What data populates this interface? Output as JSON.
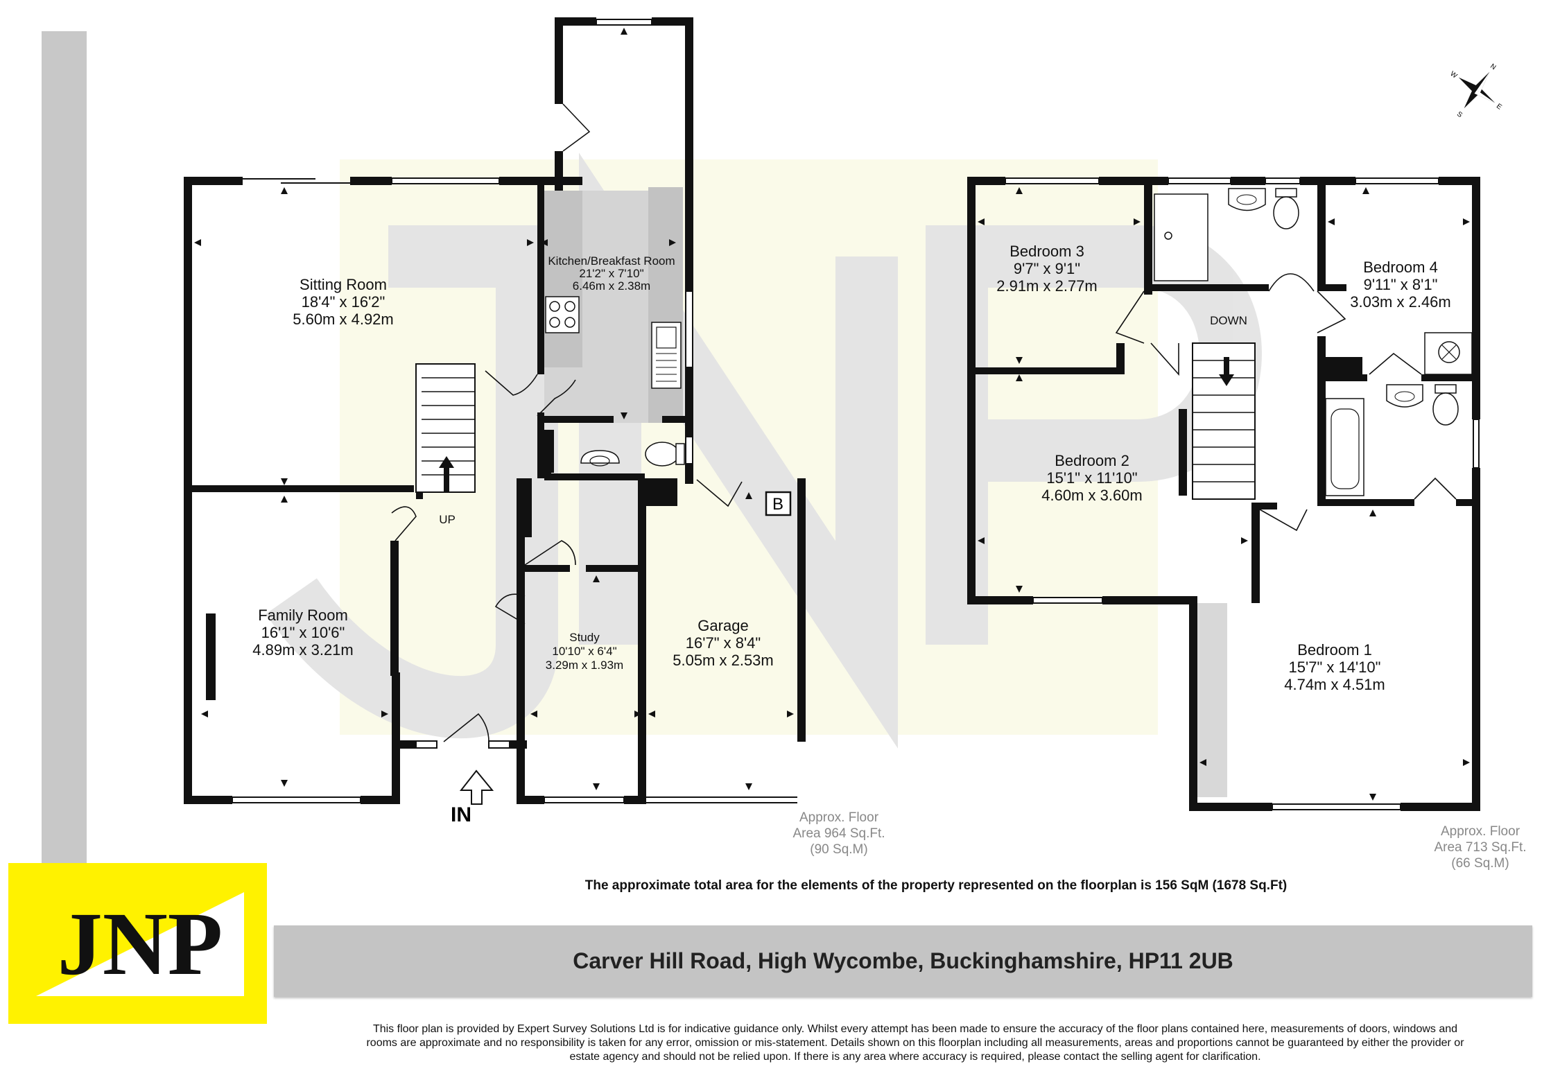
{
  "rooms": {
    "sitting_room": {
      "name": "Sitting Room",
      "imperial": "18'4\"  x 16'2\"",
      "metric": "5.60m  x 4.92m"
    },
    "kitchen": {
      "name": "Kitchen/Breakfast Room",
      "imperial": "21'2\"  x 7'10\"",
      "metric": "6.46m  x 2.38m"
    },
    "family_room": {
      "name": "Family Room",
      "imperial": "16'1\"  x 10'6\"",
      "metric": "4.89m  x 3.21m"
    },
    "study": {
      "name": "Study",
      "imperial": "10'10\"  x 6'4\"",
      "metric": "3.29m  x 1.93m"
    },
    "garage": {
      "name": "Garage",
      "imperial": "16'7\"  x 8'4\"",
      "metric": "5.05m  x 2.53m"
    },
    "bedroom_3": {
      "name": "Bedroom 3",
      "imperial": "9'7\"  x 9'1\"",
      "metric": "2.91m  x 2.77m"
    },
    "bedroom_4": {
      "name": "Bedroom 4",
      "imperial": "9'11\"  x 8'1\"",
      "metric": "3.03m  x 2.46m"
    },
    "bedroom_2": {
      "name": "Bedroom 2",
      "imperial": "15'1\"  x 11'10\"",
      "metric": "4.60m  x 3.60m"
    },
    "bedroom_1": {
      "name": "Bedroom 1",
      "imperial": "15'7\"  x 14'10\"",
      "metric": "4.74m  x 4.51m"
    }
  },
  "labels": {
    "up": "UP",
    "down": "DOWN",
    "entrance": "IN",
    "boiler": "B"
  },
  "ground_floor_area": {
    "line1": "Approx. Floor",
    "line2": "Area 964 Sq.Ft.",
    "line3": "(90 Sq.M)"
  },
  "first_floor_area": {
    "line1": "Approx. Floor",
    "line2": "Area 713 Sq.Ft.",
    "line3": "(66 Sq.M)"
  },
  "compass": {
    "n": "N",
    "e": "E",
    "s": "S",
    "w": "W"
  },
  "total_area_note": "The approximate total area for the elements of the property represented on the floorplan is 156 SqM (1678 Sq.Ft)",
  "address": "Carver Hill Road, High Wycombe, Buckinghamshire, HP11 2UB",
  "disclaimer": "This floor plan is provided by Expert Survey Solutions Ltd is for indicative guidance only. Whilst every attempt has been made to ensure the accuracy of the floor plans contained here, measurements of doors, windows and rooms are approximate and no responsibility is taken for any error, omission or mis-statement. Details shown on this floorplan including all measurements, areas and proportions cannot be guaranteed by either the provider or estate agency and should not be relied upon.  If there is any area where accuracy is required, please contact the selling agent for clarification.",
  "logo_text": "JNP",
  "colors": {
    "wall": "#111111",
    "logo_bg": "#fff200",
    "address_bar": "#c4c4c4",
    "watermark": "#fbfbe6"
  }
}
